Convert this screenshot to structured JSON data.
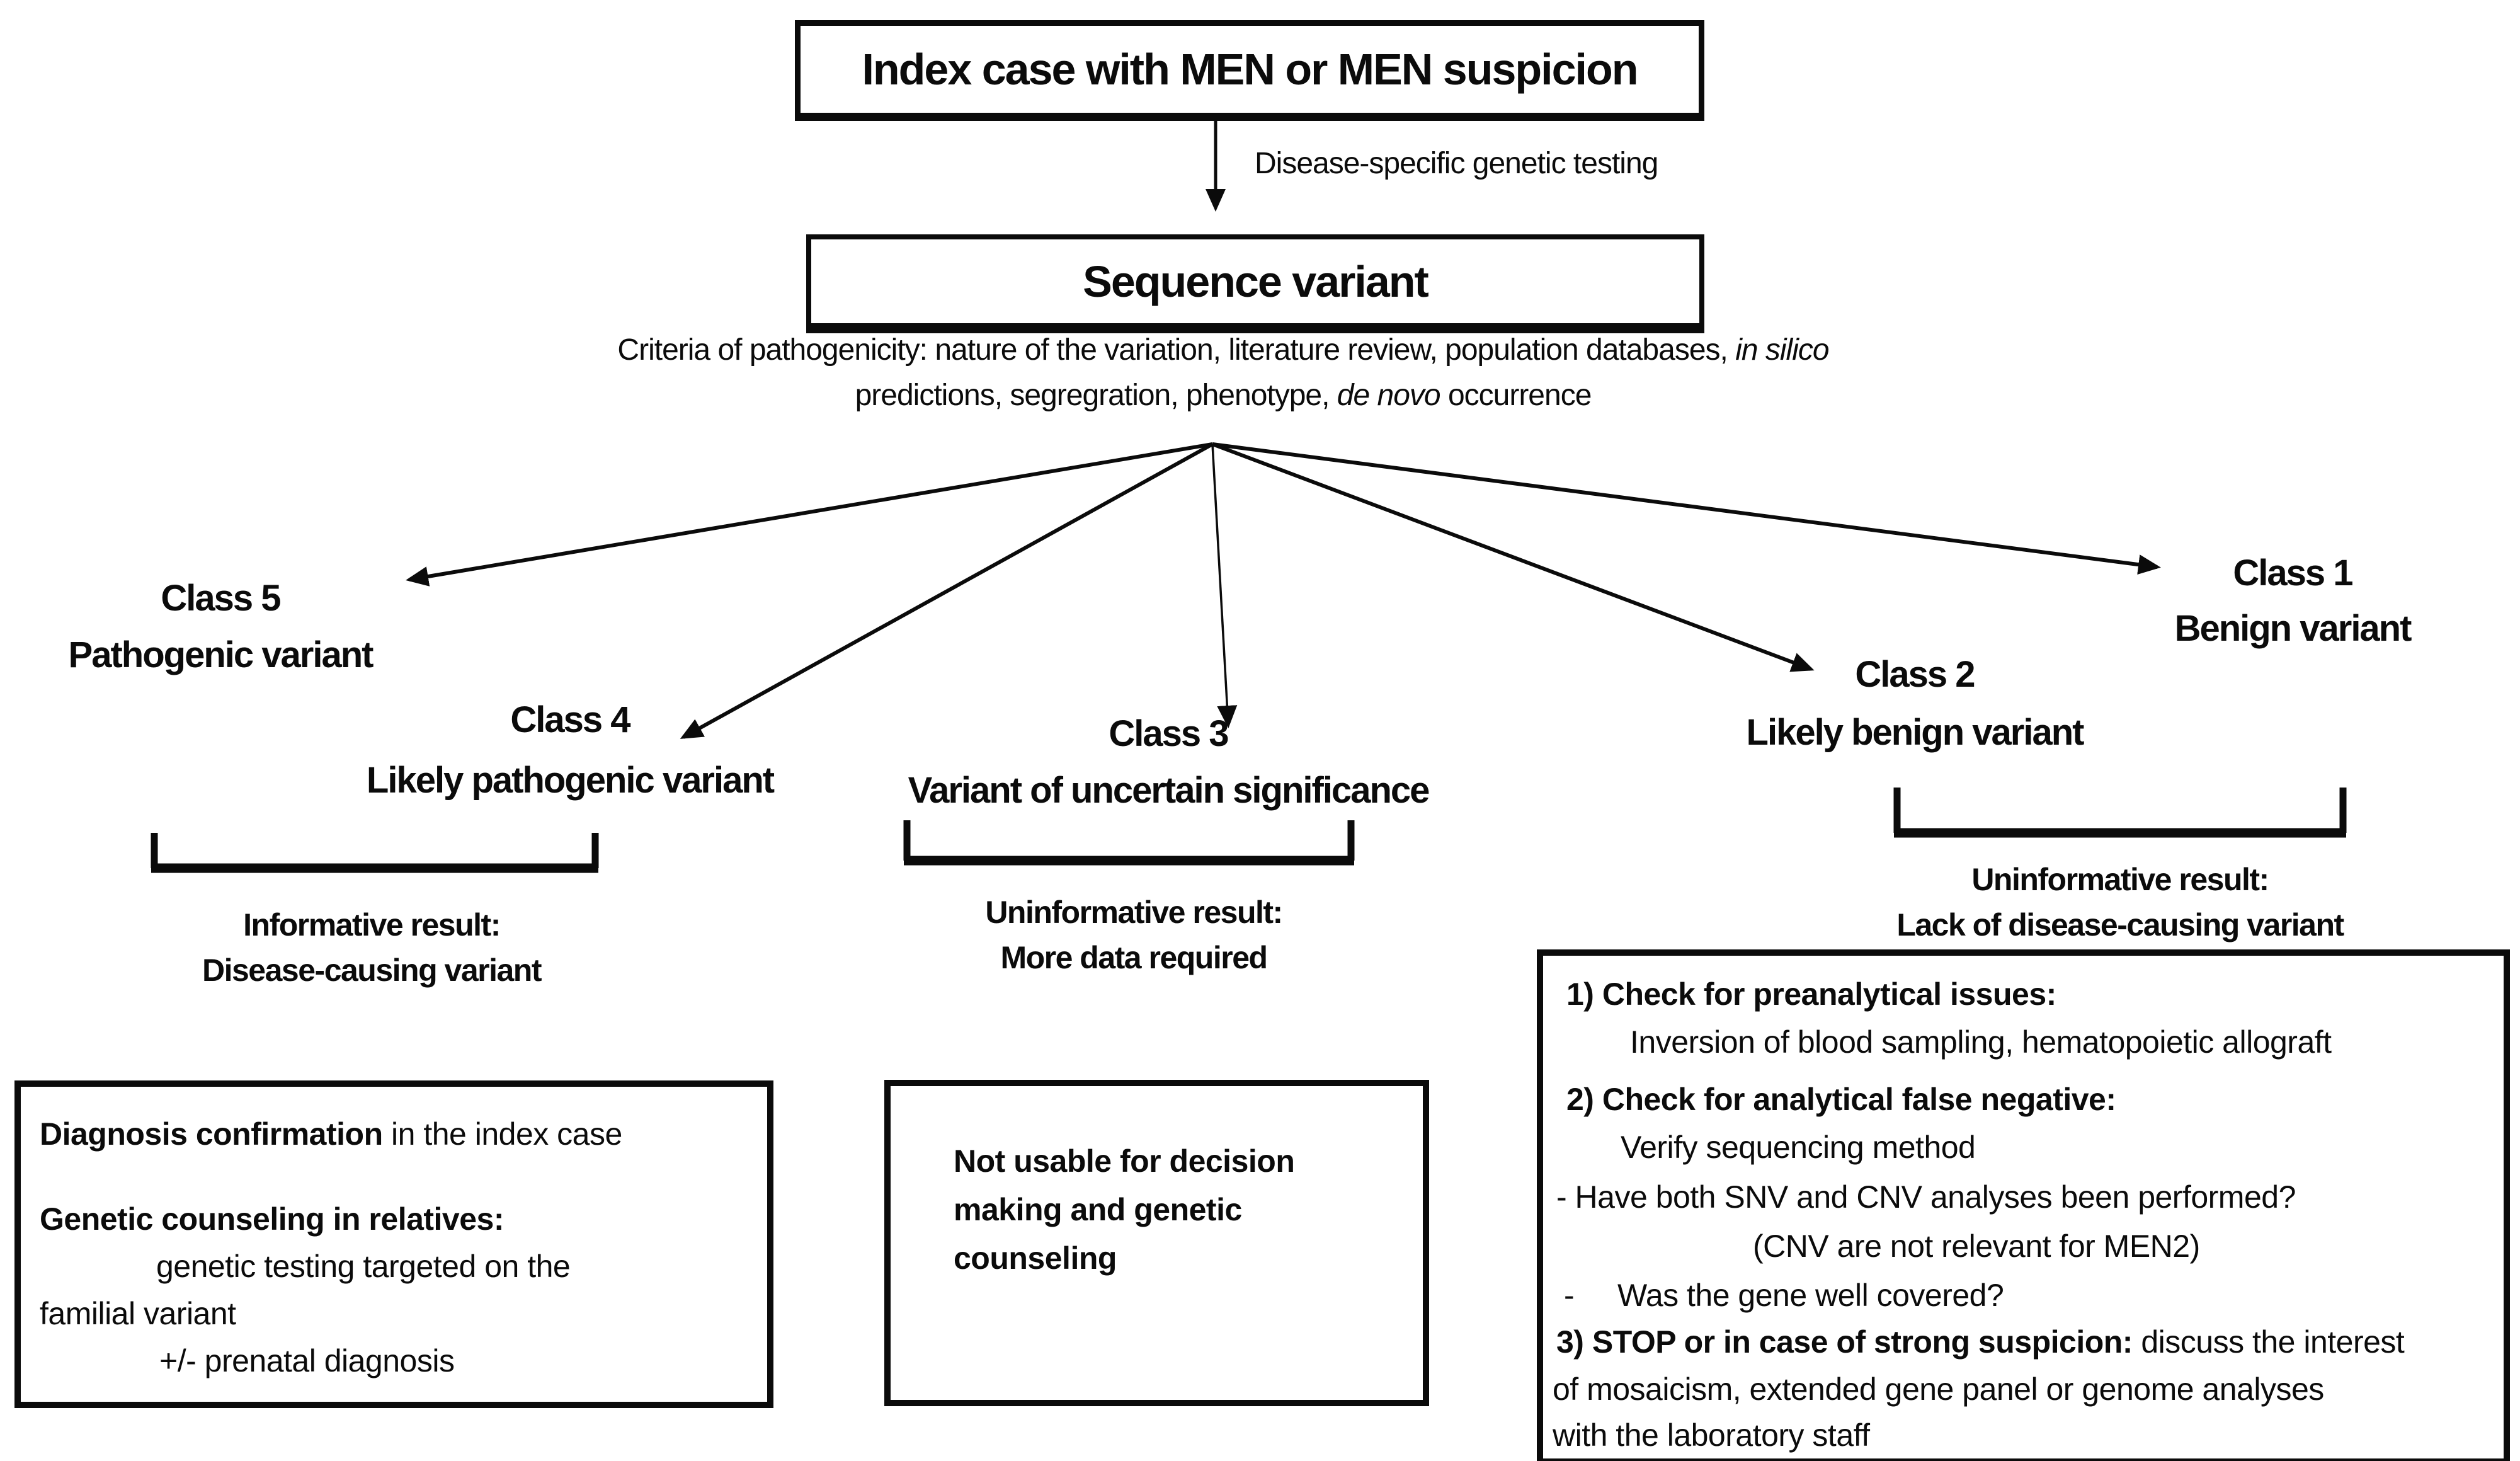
{
  "nodes": {
    "index_case": "Index case with MEN or MEN suspicion",
    "testing_label": "Disease-specific genetic testing",
    "sequence_variant": "Sequence variant"
  },
  "criteria": {
    "line1_text": "Criteria of pathogenicity: nature of the variation, literature review, population databases, ",
    "line1_italic": "in silico",
    "line2_text": "predictions, segregration, phenotype, ",
    "line2_italic": "de novo",
    "line2_tail": " occurrence"
  },
  "classes": [
    {
      "line1": "Class 5",
      "line2": "Pathogenic variant"
    },
    {
      "line1": "Class 4",
      "line2": "Likely pathogenic variant"
    },
    {
      "line1": "Class 3",
      "line2": "Variant of uncertain significance"
    },
    {
      "line1": "Class 2",
      "line2": "Likely benign variant"
    },
    {
      "line1": "Class 1",
      "line2": "Benign variant"
    }
  ],
  "brackets": [
    {
      "caption1": "Informative result:",
      "caption2": "Disease-causing variant"
    },
    {
      "caption1": "Uninformative result:",
      "caption2": "More data required"
    },
    {
      "caption1": "Uninformative result:",
      "caption2": "Lack of disease-causing variant"
    }
  ],
  "left_box": {
    "l1_bold": "Diagnosis confirmation",
    "l1_rest": " in the index case",
    "l2_bold": "Genetic counseling in relatives:",
    "l3": "genetic testing targeted on the",
    "l4": "familial variant",
    "l5": "+/- prenatal diagnosis"
  },
  "middle_box": {
    "l1": "Not usable for decision",
    "l2": "making and genetic",
    "l3": "counseling"
  },
  "right_box": {
    "r1": "1) Check for preanalytical issues:",
    "r2": "Inversion of blood sampling, hematopoietic allograft",
    "r3": "2) Check for analytical false negative:",
    "r4": "Verify sequencing method",
    "r5": "- Have both SNV and CNV analyses been performed?",
    "r6": "(CNV are not relevant for MEN2)",
    "r7_dash": "-",
    "r7": "Was the gene well covered?",
    "r8_bold": "3) STOP or in case of strong suspicion:",
    "r8_rest": " discuss the interest",
    "r9": "of mosaicism, extended gene panel or genome analyses",
    "r10": "with the laboratory staff"
  },
  "colors": {
    "ink": "#0b0b0b",
    "background": "#ffffff"
  }
}
